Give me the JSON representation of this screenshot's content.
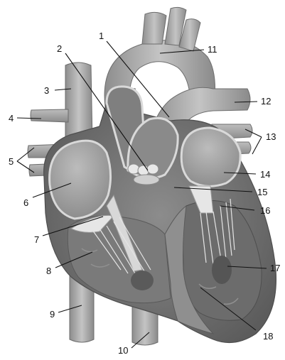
{
  "figure": {
    "labels": [
      "1",
      "2",
      "3",
      "4",
      "5",
      "6",
      "7",
      "8",
      "9",
      "10",
      "11",
      "12",
      "13",
      "14",
      "15",
      "16",
      "17",
      "18"
    ]
  },
  "colors": {
    "tissue_dark": "#6e6e6e",
    "tissue_mid": "#9a9a9a",
    "tissue_light": "#c9c9c9",
    "vessel": "#a7a7a7",
    "valve": "#e6e6e6",
    "leader_line": "#111111"
  }
}
